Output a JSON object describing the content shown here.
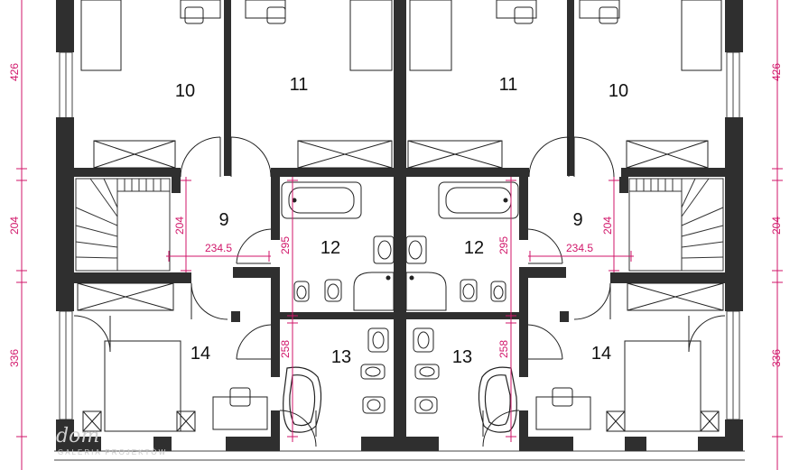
{
  "rooms": {
    "r10_left": "10",
    "r11_left": "11",
    "r11_right": "11",
    "r10_right": "10",
    "r9_left": "9",
    "r12_left": "12",
    "r12_right": "12",
    "r9_right": "9",
    "r14_left": "14",
    "r13_left": "13",
    "r13_right": "13",
    "r14_right": "14"
  },
  "dimensions": {
    "left_top": "426",
    "left_mid": "204",
    "left_bottom": "336",
    "right_top": "426",
    "right_mid": "204",
    "right_bottom": "336",
    "hall_left_h": "204",
    "hall_left_w": "234.5",
    "hall_right_h": "204",
    "hall_right_w": "234.5",
    "bath_left_295": "295",
    "bath_right_295": "295",
    "wc_left_258": "258",
    "wc_right_258": "258"
  },
  "watermark": {
    "logo": "dom",
    "caption": "GALERIA PROJEKTÓW"
  },
  "colors": {
    "wall": "#2f2f2f",
    "dimension": "#d1166a",
    "line": "#222222"
  }
}
